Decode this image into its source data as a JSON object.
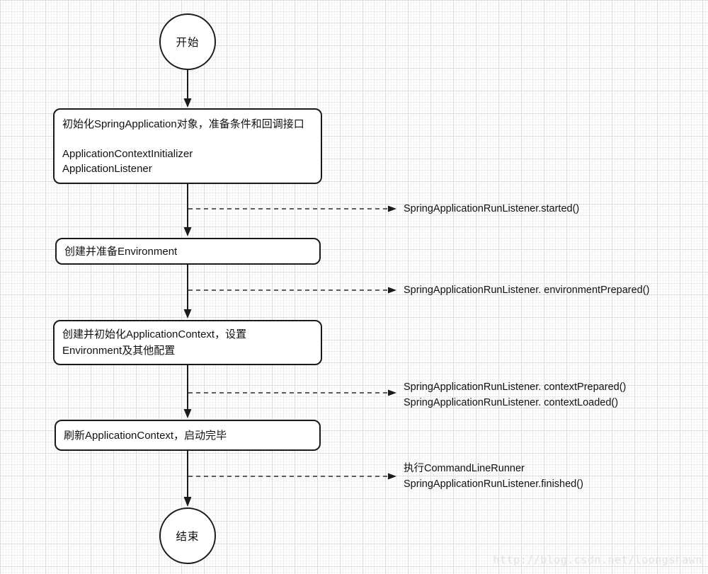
{
  "diagram": {
    "start": {
      "label": "开始"
    },
    "boxes": [
      {
        "lines": [
          "初始化SpringApplication对象，准备条件和回调接口",
          "",
          "ApplicationContextInitializer",
          "ApplicationListener"
        ]
      },
      {
        "lines": [
          "创建并准备Environment"
        ]
      },
      {
        "lines": [
          "创建并初始化ApplicationContext，设置",
          "Environment及其他配置"
        ]
      },
      {
        "lines": [
          "刷新ApplicationContext，启动完毕"
        ]
      }
    ],
    "branches": [
      {
        "lines": [
          "SpringApplicationRunListener.started()"
        ]
      },
      {
        "lines": [
          "SpringApplicationRunListener. environmentPrepared()"
        ]
      },
      {
        "lines": [
          "SpringApplicationRunListener. contextPrepared()",
          "SpringApplicationRunListener. contextLoaded()"
        ]
      },
      {
        "lines": [
          "执行CommandLineRunner",
          "SpringApplicationRunListener.finished()"
        ]
      }
    ],
    "end": {
      "label": "结束"
    },
    "watermark": "http://blog.csdn.net/loongshawn",
    "colors": {
      "line": "#1b1b1b",
      "node_bg": "#ffffff",
      "grid_major": "#dcdcdc"
    }
  }
}
